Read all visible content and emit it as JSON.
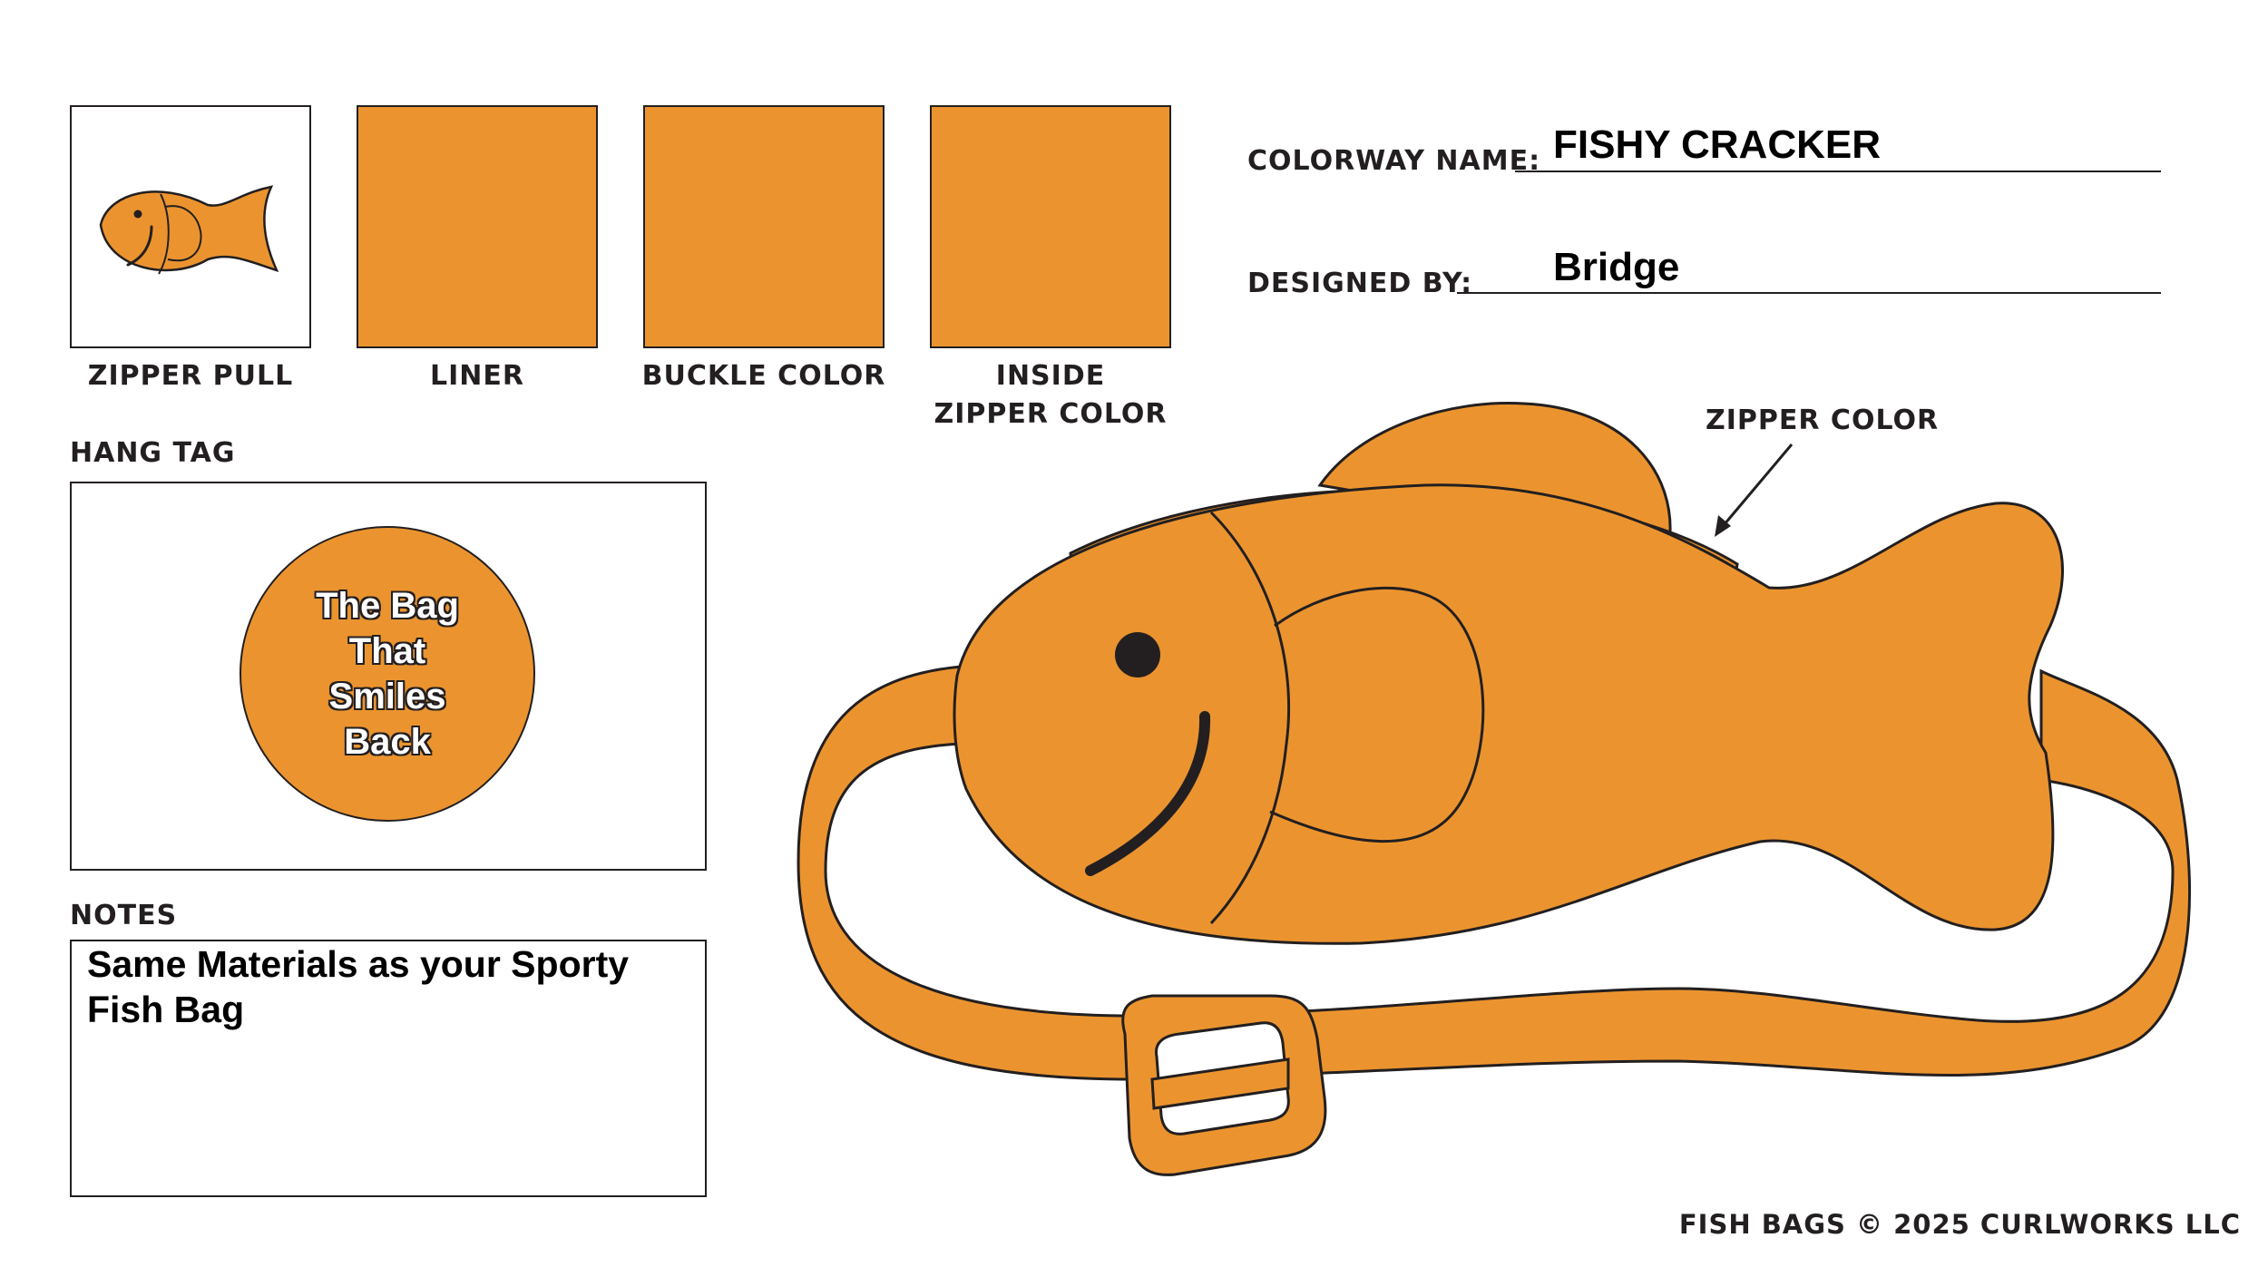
{
  "swatches": {
    "zipper_pull": {
      "label": "ZIPPER PULL",
      "icon": "fish-icon"
    },
    "liner": {
      "label": "LINER",
      "color": "#eb942f"
    },
    "buckle_color": {
      "label": "BUCKLE COLOR",
      "color": "#eb942f"
    },
    "inside_zipper_color": {
      "label_line1": "INSIDE",
      "label_line2": "ZIPPER COLOR",
      "color": "#eb942f"
    }
  },
  "colorway": {
    "label": "COLORWAY NAME:",
    "value": "FISHY CRACKER"
  },
  "designer": {
    "label": "DESIGNED BY:",
    "value": "Bridge"
  },
  "hang_tag": {
    "label": "HANG TAG",
    "lines": [
      "The Bag",
      "That",
      "Smiles",
      "Back"
    ]
  },
  "notes": {
    "label": "NOTES",
    "text": "Same Materials as your Sporty Fish Bag"
  },
  "zipper_color_label": "ZIPPER COLOR",
  "footer": "FISH BAGS © 2025 CURLWORKS LLC",
  "colors": {
    "bag": "#eb942f",
    "outline": "#231f20"
  }
}
